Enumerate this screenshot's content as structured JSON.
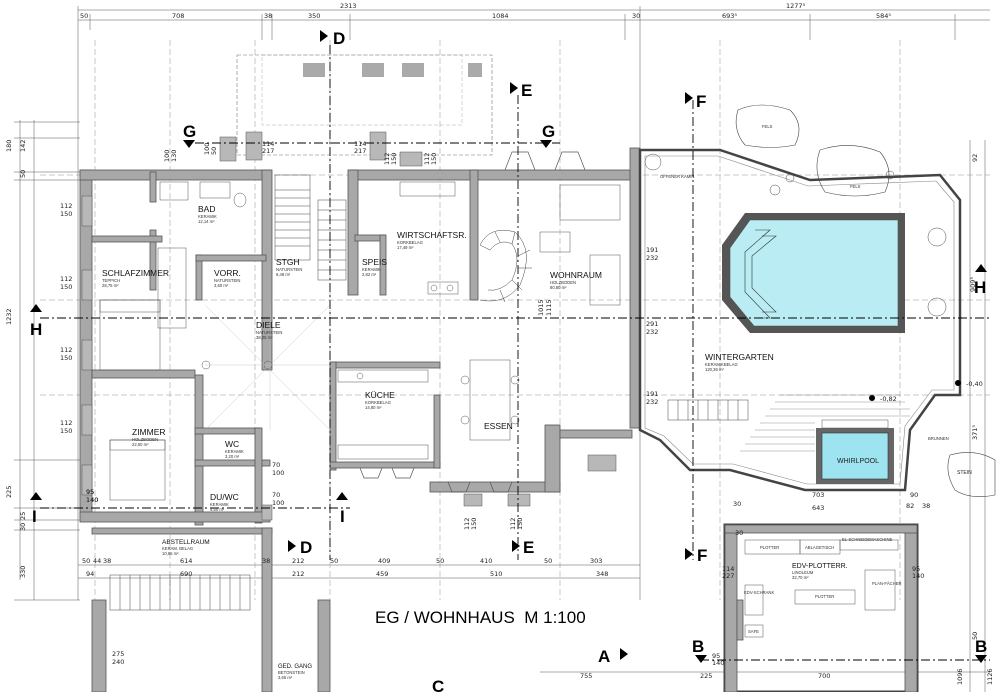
{
  "title": "EG / WOHNHAUS  M 1:100",
  "rooms": {
    "bad": {
      "name": "BAD",
      "material": "KERAMIK",
      "area": "12,14 m²"
    },
    "schlafzimmer": {
      "name": "SCHLAFZIMMER",
      "material": "TEPPICH",
      "area": "28,75 m²"
    },
    "vorr": {
      "name": "VORR.",
      "material": "NATURSTEIN",
      "area": "3,60 m²"
    },
    "stgh": {
      "name": "STGH",
      "material": "NATURSTEIN",
      "area": "9,48 m²"
    },
    "speis": {
      "name": "SPEIS",
      "material": "KERAMIK",
      "area": "2,82 m²"
    },
    "wirtschaft": {
      "name": "WIRTSCHAFTSR.",
      "material": "KORKBELAG",
      "area": "17,49 m²"
    },
    "wohnraum": {
      "name": "WOHNRAUM",
      "material": "HOLZBODEN",
      "area": "80,80 m²"
    },
    "diele": {
      "name": "DIELE",
      "material": "NATURSTEIN",
      "area": "38,05 m²"
    },
    "kueche": {
      "name": "KÜCHE",
      "material": "KORKBELAG",
      "area": "14,80 m²"
    },
    "essen": {
      "name": "ESSEN"
    },
    "zimmer": {
      "name": "ZIMMER",
      "material": "HOLZBODEN",
      "area": "22,50 m²"
    },
    "wc": {
      "name": "WC",
      "material": "KERAMIK",
      "area": "3,20 m²"
    },
    "duwc": {
      "name": "DU/WC",
      "material": "KERAMIK",
      "area": "4,60 m²"
    },
    "wintergarten": {
      "name": "WINTERGARTEN",
      "material": "KERAMIKBELAG",
      "area": "120,36 m²"
    },
    "whirlpool": {
      "name": "WHIRLPOOL"
    },
    "abstellraum": {
      "name": "ABSTELLRAUM",
      "material": "KERAM. BELAG",
      "area": "10,65 m²"
    },
    "edv": {
      "name": "EDV-PLOTTERR.",
      "material": "LINOLEUM",
      "area": "32,70 m²"
    },
    "ged_gang": {
      "name": "GED. GANG",
      "material": "BETONSTEIN",
      "area": "3,65 m²"
    }
  },
  "labels": {
    "offener_kamin": "OFFENER KAMIN",
    "fels1": "FELS",
    "fels2": "FELS",
    "stein": "STEIN",
    "brunnen": "BRUNNEN",
    "plotter1": "PLOTTER",
    "ablagetisch": "ABLAGETISCH",
    "el_schneide": "EL-SCHNEIDEMASCHINE",
    "edv_schrank": "EDV-SCHRANK",
    "plotter2": "PLOTTER",
    "plan_faecher": "PLAN-FÄCHER",
    "safe": "SAFE",
    "level1": "-0,40",
    "level2": "-0,82"
  },
  "sections": {
    "A": "A",
    "B": "B",
    "C": "C",
    "D": "D",
    "E": "E",
    "F": "F",
    "G": "G",
    "H": "H",
    "I": "I"
  },
  "dims_top": {
    "total": "2313",
    "right_total": "1277⁵",
    "d50": "50",
    "d708": "708",
    "d38": "38",
    "d350": "350",
    "d1084": "1084",
    "d30": "30",
    "d693": "693⁵",
    "d584": "584⁵"
  },
  "dims_bottom": {
    "a50": "50",
    "a44": "44",
    "a38": "38",
    "a614": "614",
    "a38b": "38",
    "a212": "212",
    "a50b": "50",
    "a409": "409",
    "a50c": "50",
    "a410": "410",
    "a50d": "50",
    "a303": "303",
    "b94": "94",
    "b690": "690",
    "b212": "212",
    "b459": "459",
    "b510": "510",
    "b348": "348",
    "c755": "755",
    "c225": "225",
    "c700": "700"
  },
  "dims_left": {
    "v180": "180",
    "v142": "142",
    "v50": "50",
    "v1232": "1232",
    "v225": "225",
    "v30": "30",
    "v25": "25",
    "v330": "330",
    "v275": "275",
    "v240": "240",
    "w1": "112",
    "w1b": "150",
    "w2": "112",
    "w2b": "150",
    "w3": "112",
    "w3b": "150",
    "w4": "112",
    "w4b": "150",
    "w5": "95",
    "w5b": "140"
  },
  "dims_right": {
    "r92": "92",
    "r909": "909⁵",
    "r371": "371⁵",
    "r50": "50",
    "r1096": "1096",
    "r1126": "1126"
  },
  "dims_inner": {
    "i100_130": "100",
    "i130": "130",
    "i100_50": "100",
    "i50": "50",
    "i114": "114",
    "i217": "217",
    "i114b": "114",
    "i217b": "217",
    "i112": "112",
    "i150": "150",
    "i112b": "112",
    "i150b": "150",
    "i191": "191",
    "i232": "232",
    "i291": "291",
    "i232b": "232",
    "i191b": "191",
    "i232c": "232",
    "i1015": "1015",
    "i1115": "1115",
    "i70": "70",
    "i100": "100",
    "i70b": "70",
    "i100b": "100",
    "i703": "703",
    "i643": "643",
    "i30": "30",
    "i90": "90",
    "i82": "82",
    "i38": "38",
    "i95": "95",
    "i140": "140",
    "i114c": "114",
    "i227": "227",
    "i95b": "95",
    "i140b": "140",
    "i95c": "95",
    "i140c": "140",
    "i30b": "30",
    "i112c": "112",
    "i150c": "150",
    "i112d": "112",
    "i150d": "150"
  }
}
